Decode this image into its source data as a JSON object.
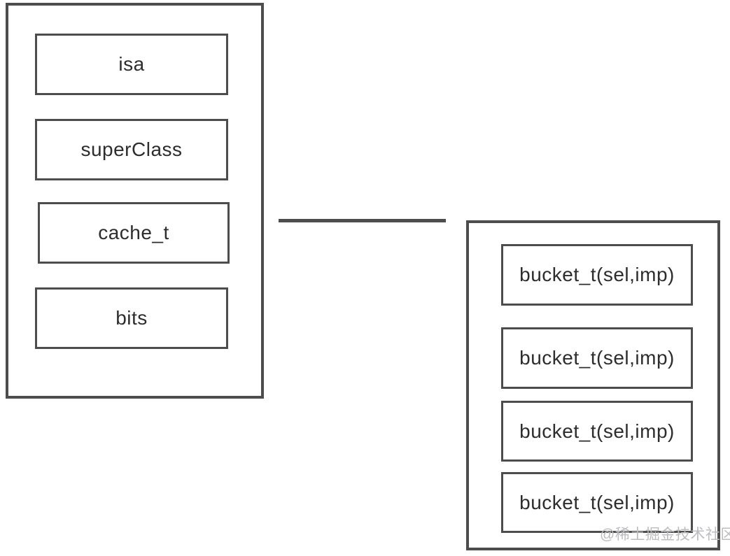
{
  "class_box": {
    "fields": [
      "isa",
      "superClass",
      "cache_t",
      "bits"
    ]
  },
  "bucket_box": {
    "items": [
      "bucket_t(sel,imp)",
      "bucket_t(sel,imp)",
      "bucket_t(sel,imp)",
      "bucket_t(sel,imp)"
    ]
  },
  "watermark": "@稀土掘金技术社区",
  "colors": {
    "border": "#4d4d4d",
    "text": "#2d2d2d",
    "watermark": "#bdbdc0",
    "background": "#ffffff"
  }
}
